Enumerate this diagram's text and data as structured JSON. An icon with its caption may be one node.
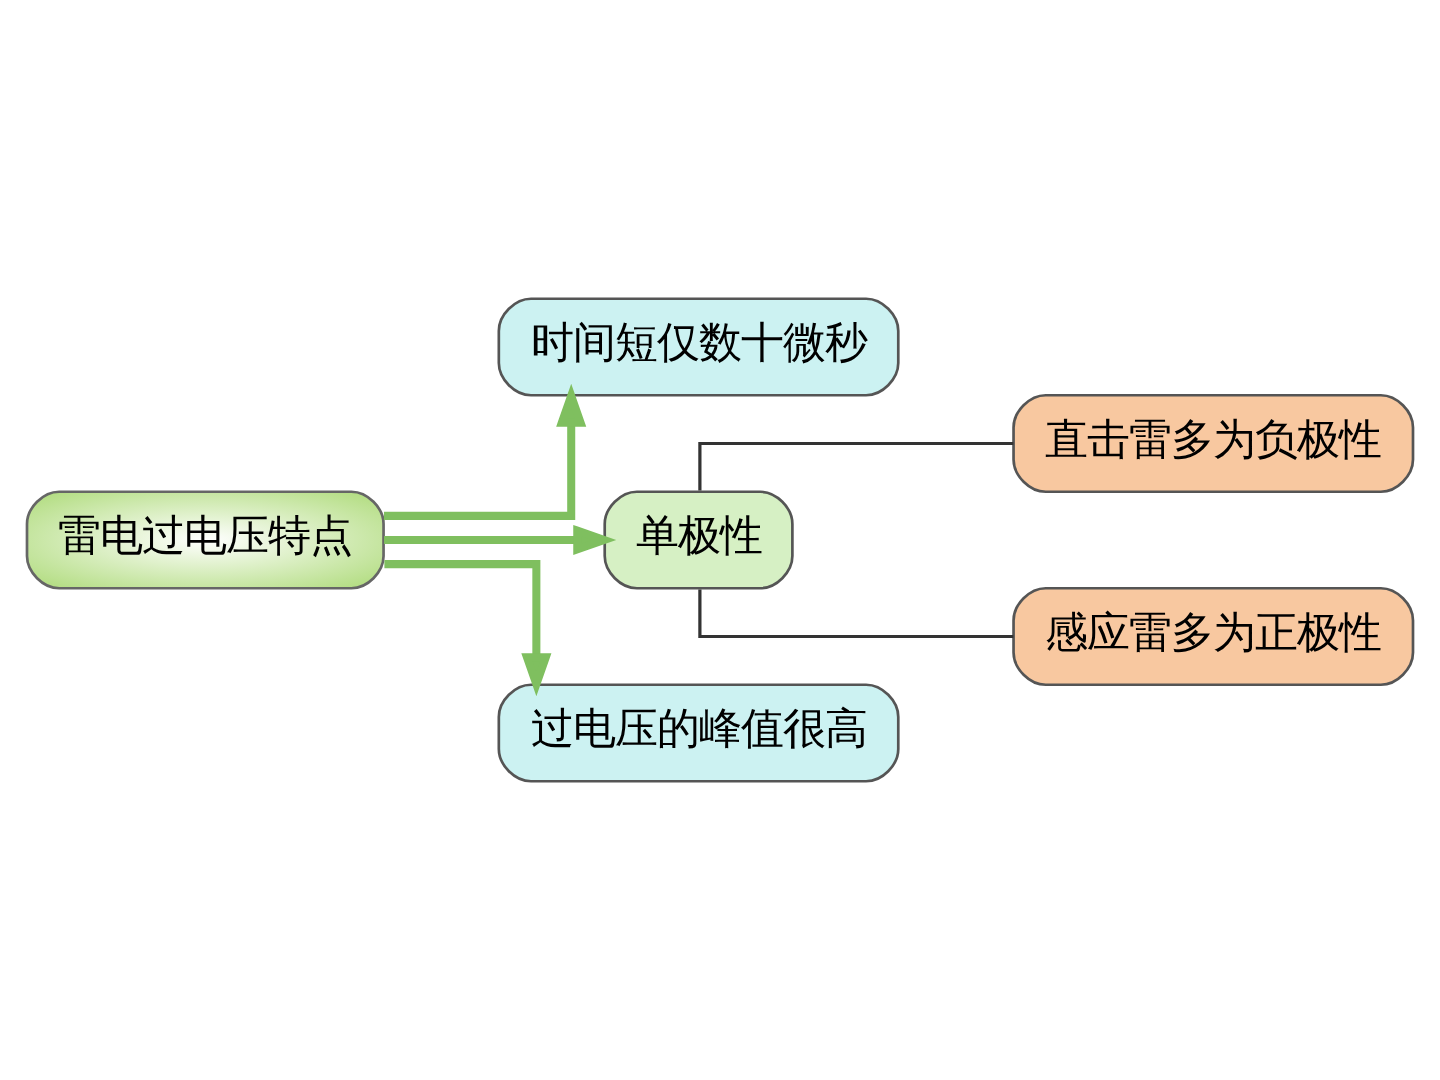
{
  "diagram": {
    "nodes": [
      {
        "text": [
          "雷电过电压特点"
        ]
      },
      {
        "text": [
          "时间短仅数十微秒"
        ]
      },
      {
        "text": [
          "单极性"
        ]
      },
      {
        "text": [
          "过电压的峰值很高"
        ]
      },
      {
        "text": [
          "直击雷多为负极性"
        ]
      },
      {
        "text": [
          "感应雷多为正极性"
        ]
      }
    ],
    "edges": [
      {
        "from": 0,
        "to": 1,
        "arrow": "to"
      },
      {
        "from": 0,
        "to": 2,
        "arrow": "to"
      },
      {
        "from": 0,
        "to": 3,
        "arrow": "to"
      },
      {
        "from": 2,
        "to": 4,
        "arrow": "none",
        "color": "#333333"
      },
      {
        "from": 2,
        "to": 5,
        "arrow": "none",
        "color": "#333333"
      }
    ]
  }
}
